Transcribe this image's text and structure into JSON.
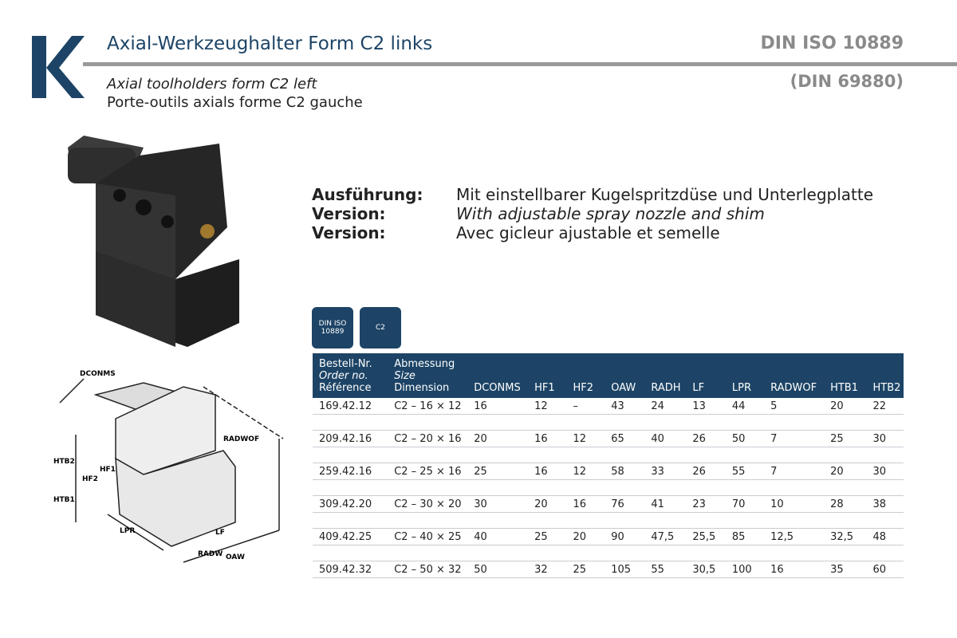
{
  "header": {
    "title": "Axial-Werkzeughalter Form C2 links",
    "subtitle_en": "Axial toolholders form C2 left",
    "subtitle_fr": "Porte-outils axials forme C2 gauche",
    "standard": "DIN ISO 10889",
    "standard_old": "(DIN 69880)"
  },
  "version": [
    {
      "label": "Ausführung:",
      "text": "Mit einstellbarer Kugelspritzdüse und Unterlegplatte"
    },
    {
      "label": "Version:",
      "text": "With adjustable spray nozzle and shim"
    },
    {
      "label": "Version:",
      "text": "Avec gicleur ajustable et semelle"
    }
  ],
  "badges": {
    "standard_line1": "DIN ISO",
    "standard_line2": "10889",
    "form": "C2"
  },
  "drawing_labels": {
    "dconms": "DCONMS",
    "radwof": "RADWOF",
    "htb2": "HTB2",
    "hf1": "HF1",
    "hf2": "HF2",
    "htb1": "HTB1",
    "lpr": "LPR",
    "lf": "LF",
    "radw": "RADW",
    "oaw": "OAW"
  },
  "table": {
    "head_order": {
      "de": "Bestell-Nr.",
      "en": "Order no.",
      "fr": "Référence"
    },
    "head_size": {
      "de": "Abmessung",
      "en": "Size",
      "fr": "Dimension"
    },
    "columns": [
      "DCONMS",
      "HF1",
      "HF2",
      "OAW",
      "RADH",
      "LF",
      "LPR",
      "RADWOF",
      "HTB1",
      "HTB2"
    ],
    "rows": [
      [
        "169.42.12",
        "C2 – 16 × 12",
        "16",
        "12",
        "–",
        "43",
        "24",
        "13",
        "44",
        "5",
        "20",
        "22"
      ],
      [
        "209.42.16",
        "C2 – 20 × 16",
        "20",
        "16",
        "12",
        "65",
        "40",
        "26",
        "50",
        "7",
        "25",
        "30"
      ],
      [
        "259.42.16",
        "C2 – 25 × 16",
        "25",
        "16",
        "12",
        "58",
        "33",
        "26",
        "55",
        "7",
        "20",
        "30"
      ],
      [
        "309.42.20",
        "C2 – 30 × 20",
        "30",
        "20",
        "16",
        "76",
        "41",
        "23",
        "70",
        "10",
        "28",
        "38"
      ],
      [
        "409.42.25",
        "C2 – 40 × 25",
        "40",
        "25",
        "20",
        "90",
        "47,5",
        "25,5",
        "85",
        "12,5",
        "32,5",
        "48"
      ],
      [
        "509.42.32",
        "C2 – 50 × 32",
        "50",
        "32",
        "25",
        "105",
        "55",
        "30,5",
        "100",
        "16",
        "35",
        "60"
      ]
    ]
  },
  "colors": {
    "brand": "#1d4466",
    "gray": "#8a8a8a"
  }
}
